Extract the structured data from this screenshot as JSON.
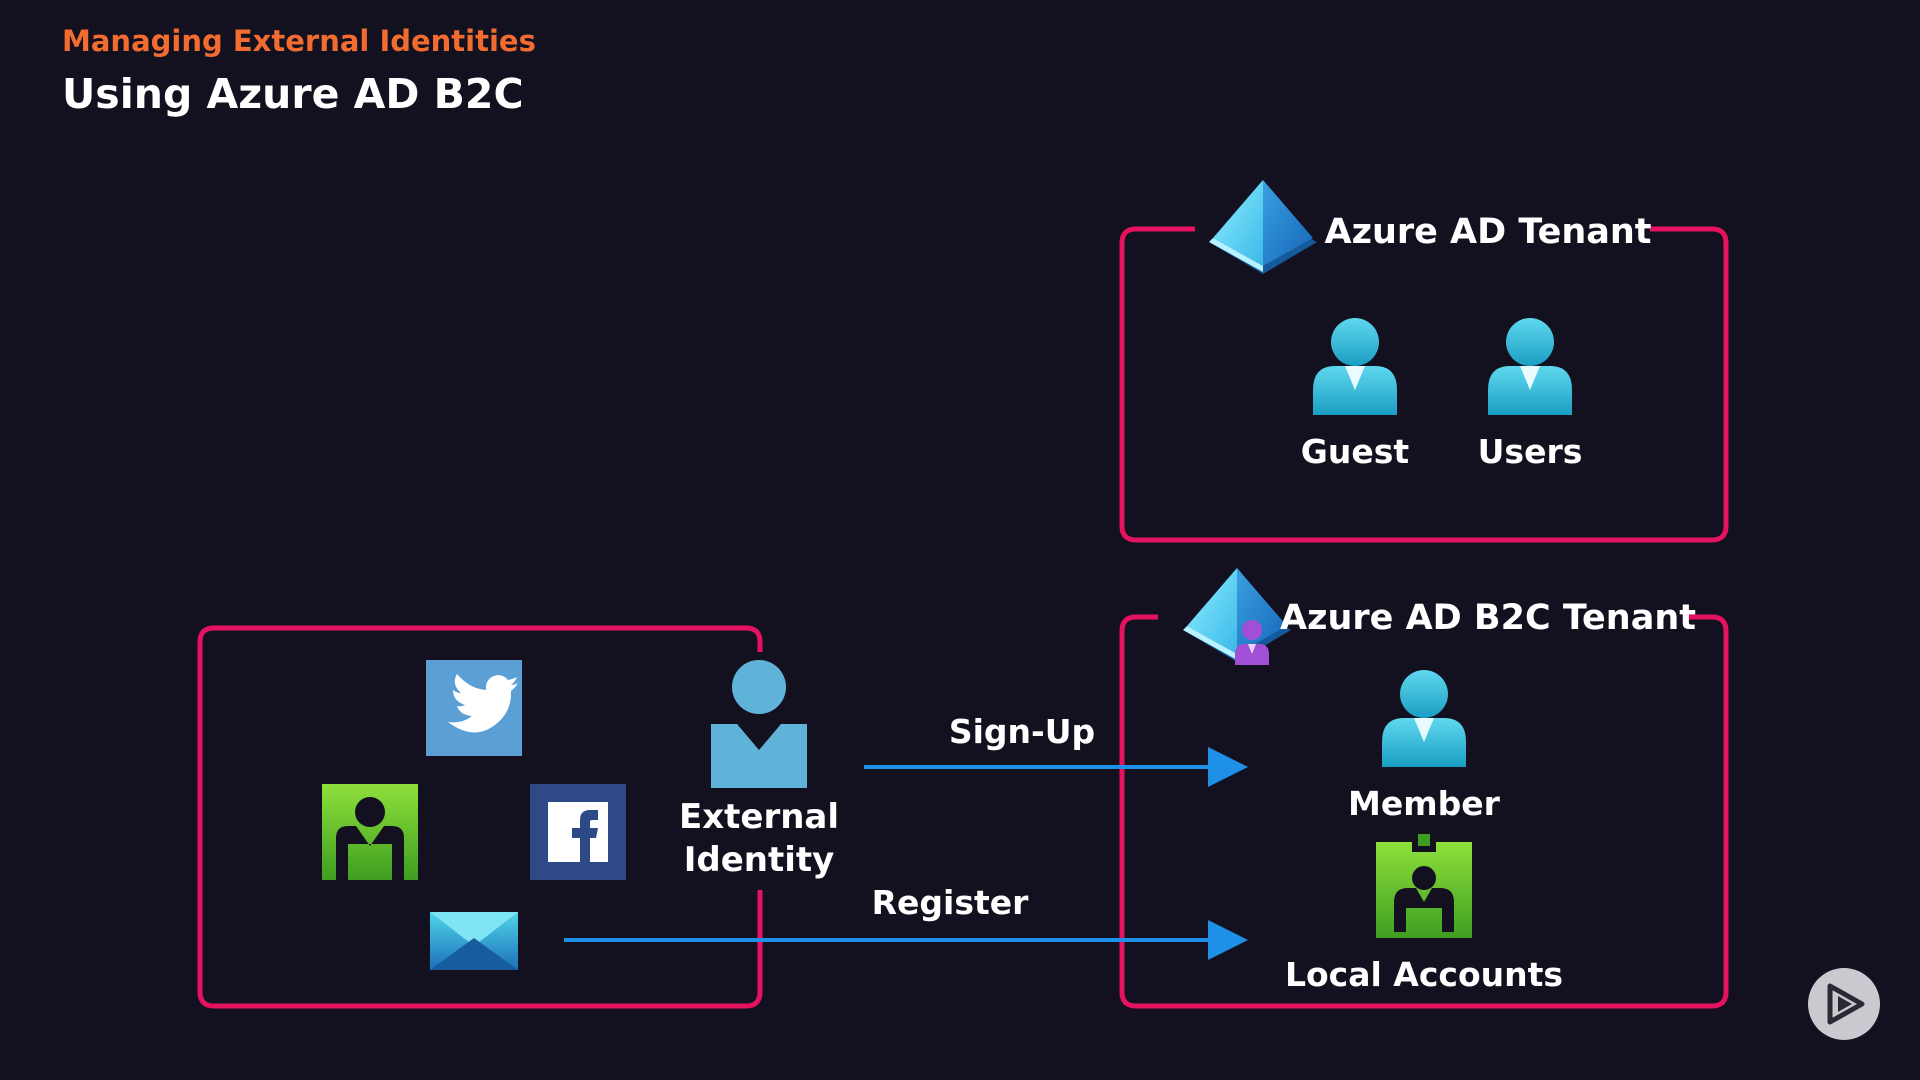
{
  "header": {
    "kicker": "Managing External Identities",
    "title": "Using Azure AD B2C"
  },
  "azure_ad_tenant": {
    "title": "Azure AD Tenant",
    "icon": "azure-ad-pyramid-icon",
    "members": [
      "Guest",
      "Users"
    ]
  },
  "azure_ad_b2c_tenant": {
    "title": "Azure AD B2C Tenant",
    "icon": "azure-ad-b2c-pyramid-icon",
    "member_label": "Member",
    "local_accounts_label": "Local Accounts"
  },
  "external_identity": {
    "label_line1": "External",
    "label_line2": "Identity",
    "providers": [
      "twitter-icon",
      "microsoft-account-icon",
      "facebook-icon",
      "email-icon"
    ]
  },
  "flows": {
    "signup": "Sign-Up",
    "register": "Register"
  },
  "colors": {
    "background": "#131120",
    "accent": "#f26b2f",
    "box_border": "#e5135f",
    "arrow": "#1e90e8"
  },
  "controls": {
    "play_icon": "pluralsight-play-icon"
  }
}
